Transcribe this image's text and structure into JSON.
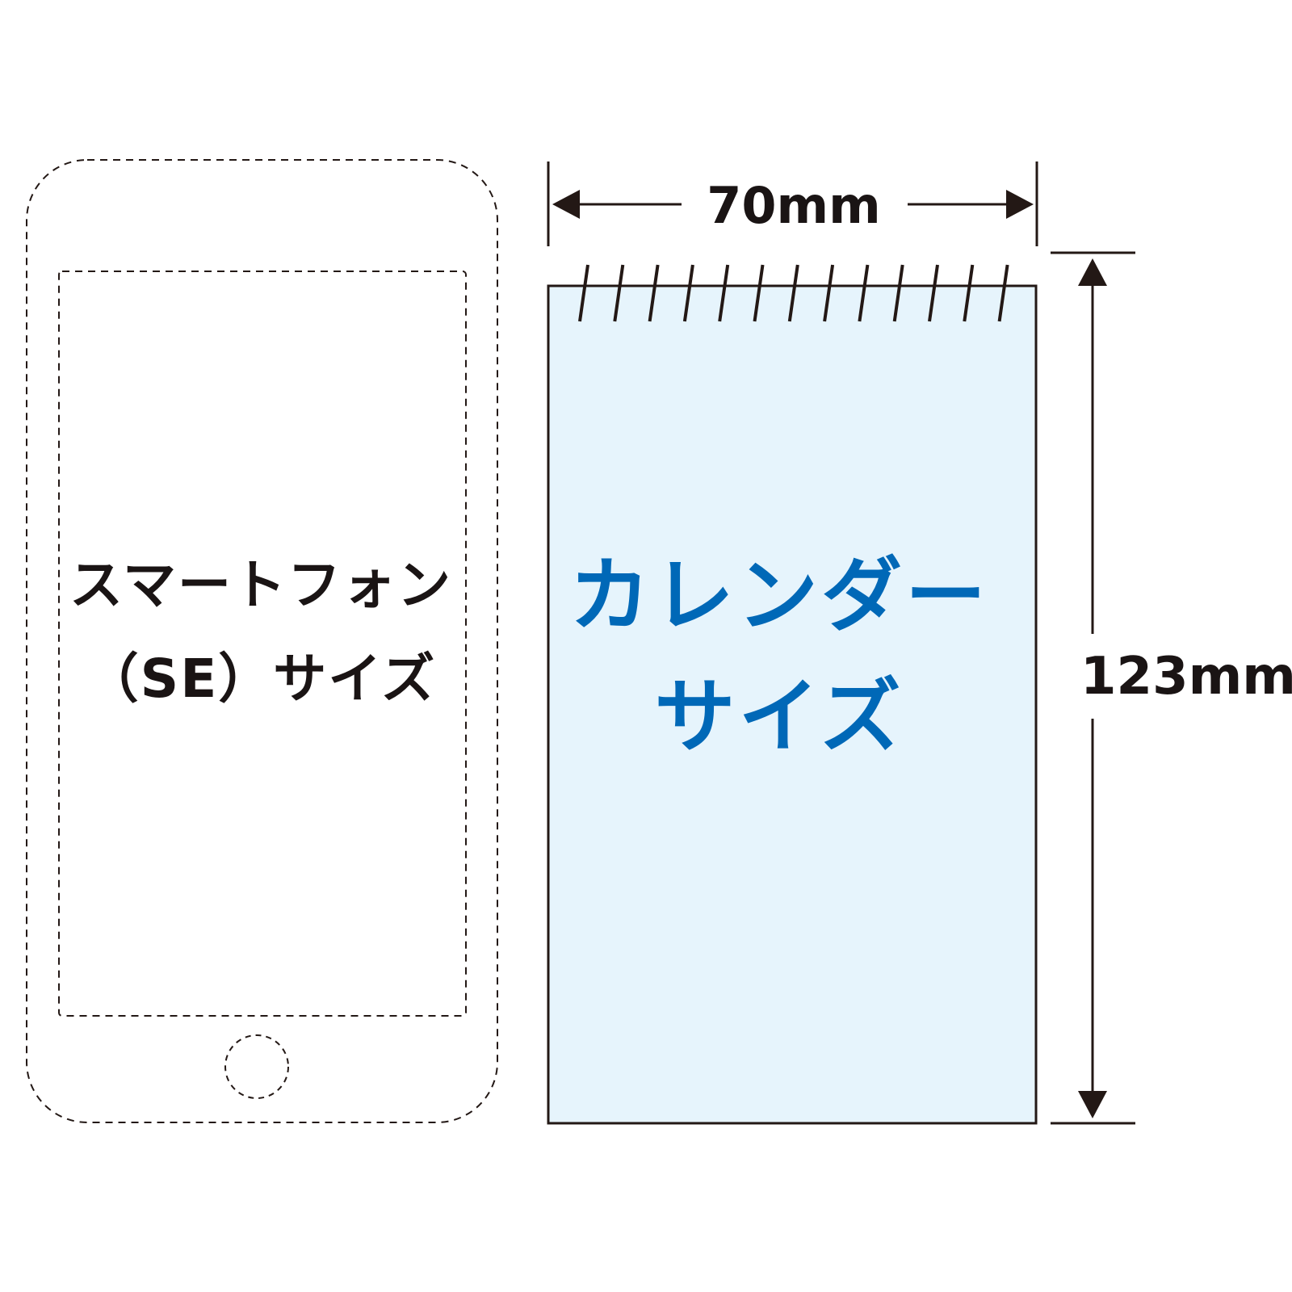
{
  "phone": {
    "label_line1": "スマートフォン",
    "label_line2": "（SE）サイズ",
    "outline_color": "#231815"
  },
  "calendar": {
    "label_line1": "カレンダー",
    "label_line2": "サイズ",
    "text_color": "#0068b7",
    "fill_color": "#e6f4fc",
    "spiral_count": 13
  },
  "dimensions": {
    "width": "70mm",
    "height": "123mm"
  }
}
